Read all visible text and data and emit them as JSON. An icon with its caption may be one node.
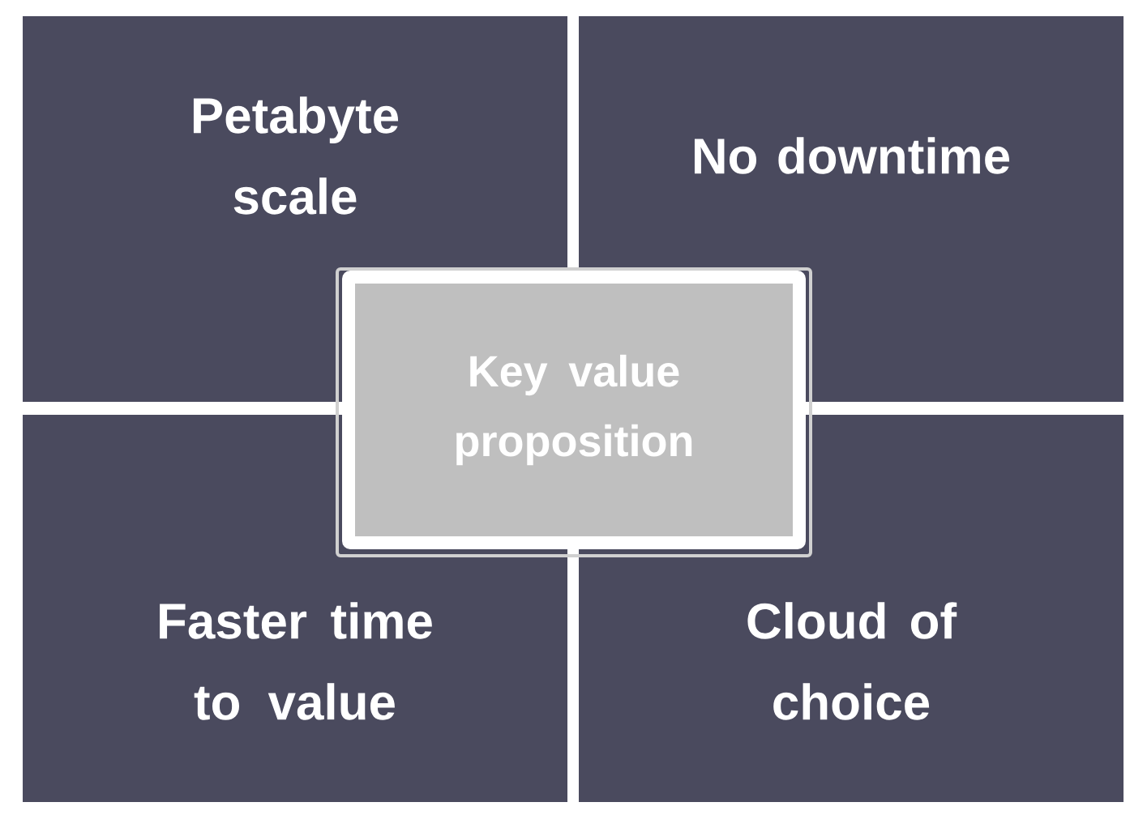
{
  "diagram": {
    "nodes": [
      {
        "text": [
          "Petabyte scale"
        ]
      },
      {
        "text": [
          "No downtime"
        ]
      },
      {
        "text": [
          "Faster time to value"
        ]
      },
      {
        "text": [
          "Cloud of choice"
        ]
      },
      {
        "text": [
          "Key value proposition"
        ]
      }
    ]
  }
}
